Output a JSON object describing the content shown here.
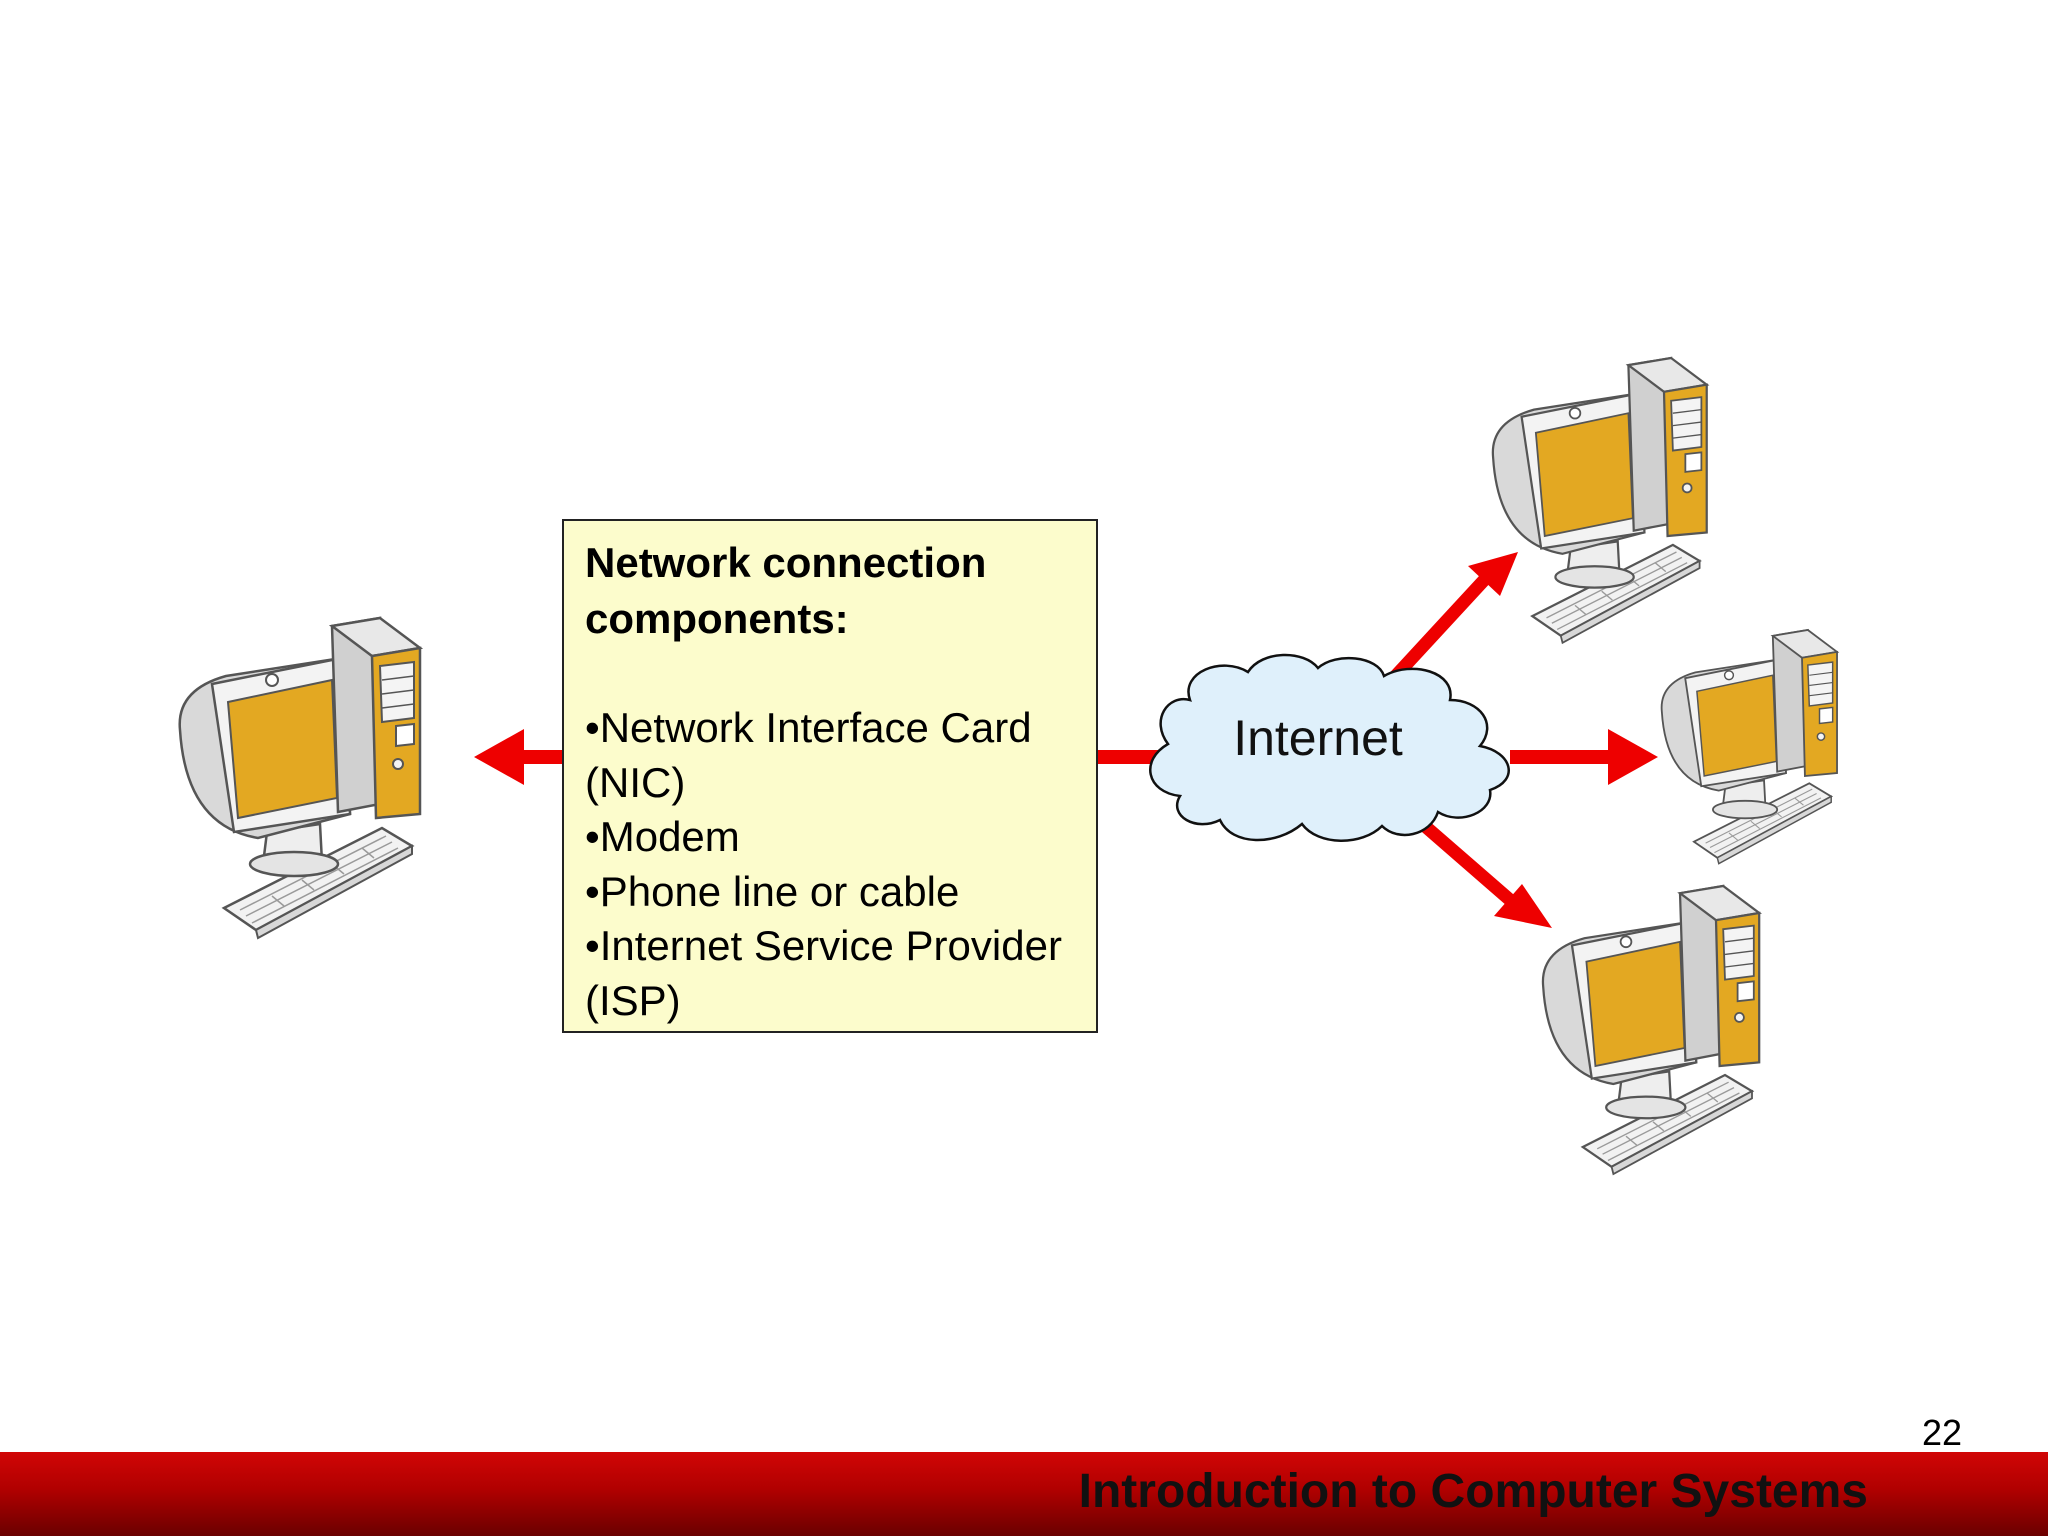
{
  "info_box": {
    "heading": "Network connection components:",
    "items": [
      "Network Interface Card (NIC)",
      "Modem",
      "Phone line or cable",
      "Internet Service Provider (ISP)"
    ]
  },
  "cloud": {
    "label": "Internet"
  },
  "page_number": "22",
  "footer": {
    "title": "Introduction to Computer Systems"
  },
  "colors": {
    "arrow": "#ee0000",
    "info_box_fill": "#fcfccc",
    "cloud_fill": "#dff0fb",
    "monitor_screen": "#e3a822",
    "footer_red": "#c00000"
  },
  "icons": [
    "desktop-computer-icon",
    "cloud-icon"
  ]
}
